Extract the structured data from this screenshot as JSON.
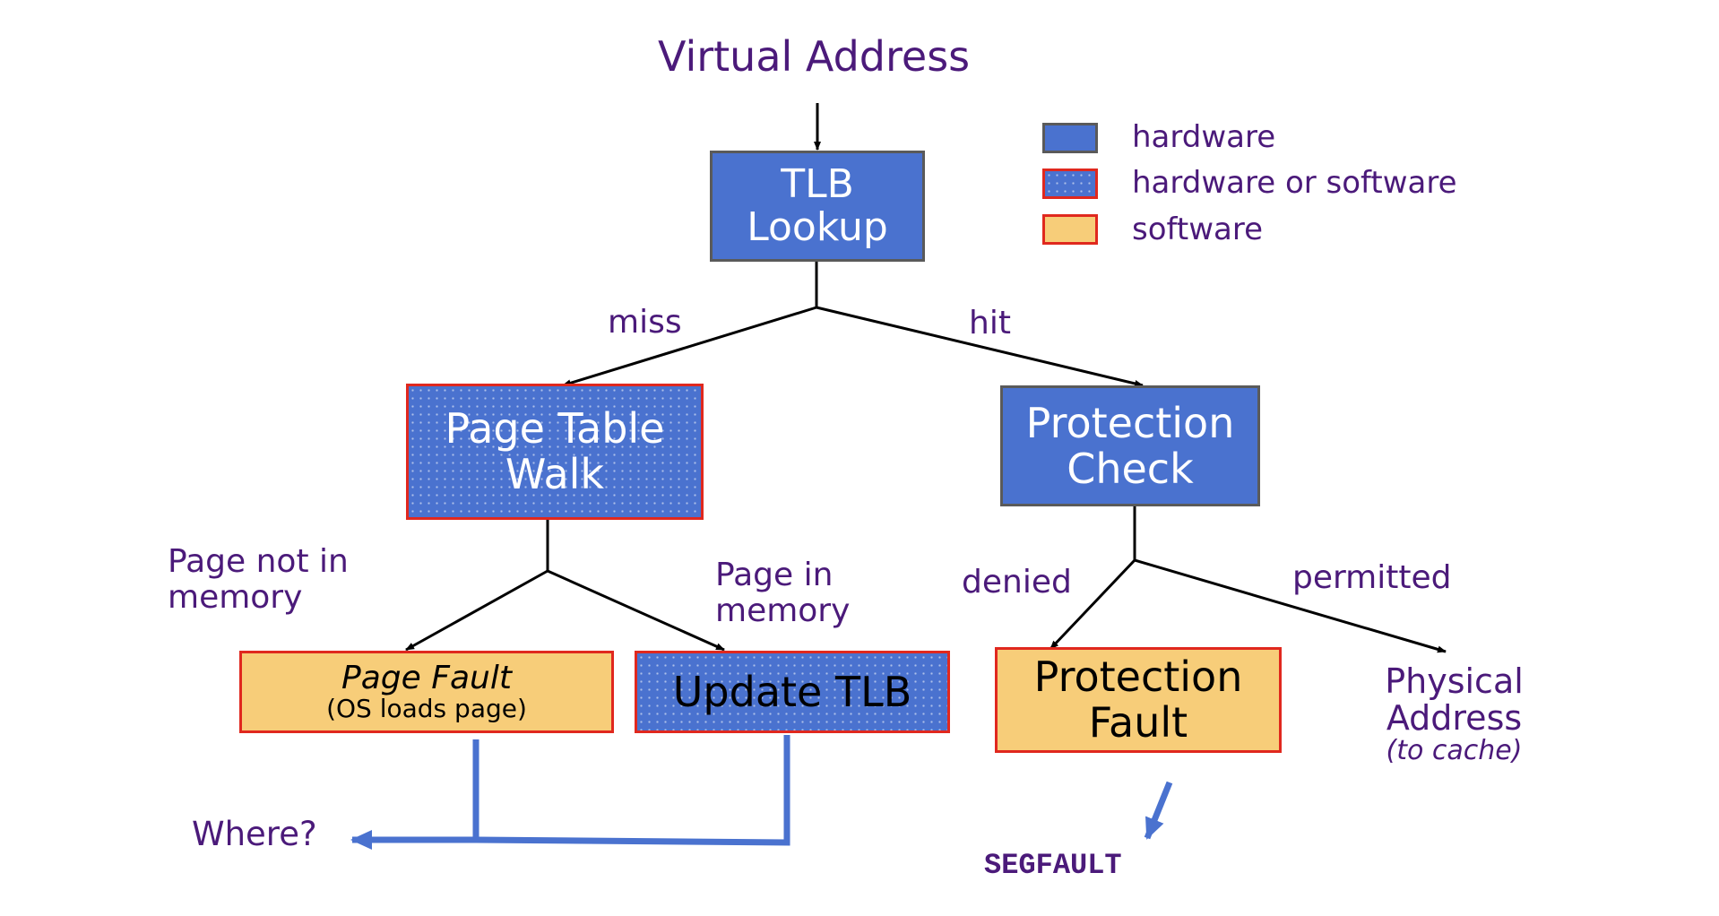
{
  "title": "Virtual Address",
  "legend": {
    "hardware": "hardware",
    "hardware_or_software": "hardware or software",
    "software": "software"
  },
  "nodes": {
    "tlb_lookup": [
      "TLB",
      "Lookup"
    ],
    "page_table_walk": [
      "Page Table",
      "Walk"
    ],
    "protection_check": [
      "Protection",
      "Check"
    ],
    "page_fault": {
      "title": "Page Fault",
      "subtitle": "(OS loads page)"
    },
    "update_tlb": "Update TLB",
    "protection_fault": [
      "Protection",
      "Fault"
    ]
  },
  "edge_labels": {
    "miss": "miss",
    "hit": "hit",
    "page_not_in_memory": [
      "Page not in",
      "memory"
    ],
    "page_in_memory": [
      "Page in",
      "memory"
    ],
    "denied": "denied",
    "permitted": "permitted"
  },
  "outputs": {
    "physical_address": [
      "Physical",
      "Address"
    ],
    "to_cache": "(to cache)",
    "where": "Where?",
    "segfault": "SEGFAULT"
  },
  "colors": {
    "hardware": "#4a72cf",
    "software": "#f7cd79",
    "border_red": "#e0281e",
    "border_gray": "#5a5a5a",
    "label_purple": "#4b1a7a",
    "arrow_blue": "#4a72cf"
  }
}
